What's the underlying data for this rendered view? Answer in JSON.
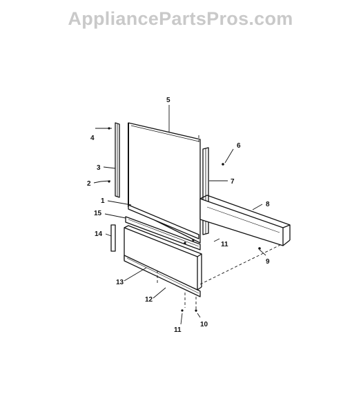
{
  "watermark": {
    "text": "AppliancePartsPros.com"
  },
  "diagram": {
    "labels": [
      "5",
      "4",
      "3",
      "2",
      "6",
      "7",
      "8",
      "1",
      "15",
      "14",
      "11",
      "9",
      "13",
      "12",
      "11",
      "10"
    ]
  }
}
